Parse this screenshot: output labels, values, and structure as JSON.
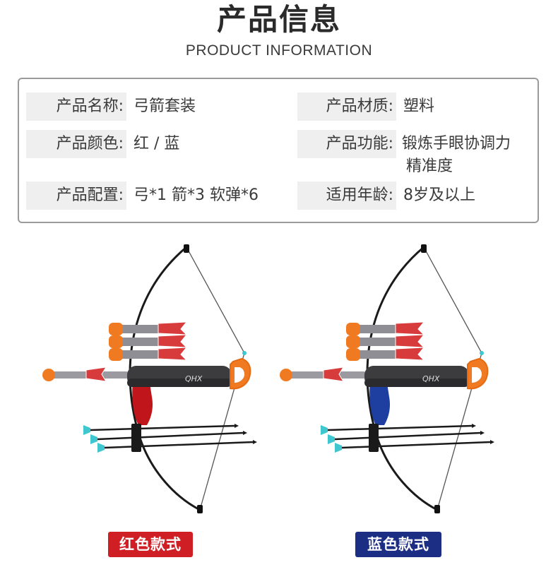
{
  "header": {
    "title": "产品信息",
    "subtitle": "PRODUCT INFORMATION"
  },
  "info": {
    "name_label": "产品名称:",
    "name_value": "弓箭套装",
    "material_label": "产品材质:",
    "material_value": "塑料",
    "color_label": "产品颜色:",
    "color_value": "红 / 蓝",
    "function_label": "产品功能:",
    "function_value_line1": "锻炼手眼协调力",
    "function_value_line2": "精准度",
    "config_label": "产品配置:",
    "config_value": "弓*1 箭*3 软弹*6",
    "age_label": "适用年龄:",
    "age_value": "8岁及以上"
  },
  "products": {
    "red_label": "红色款式",
    "blue_label": "蓝色款式",
    "logo_text": "QHX"
  },
  "colors": {
    "red_grip": "#c0151b",
    "blue_grip": "#1f3fa0",
    "foam_tip": "#f07a22",
    "suction": "#3ec7cf",
    "body": "#3c3c3e"
  }
}
